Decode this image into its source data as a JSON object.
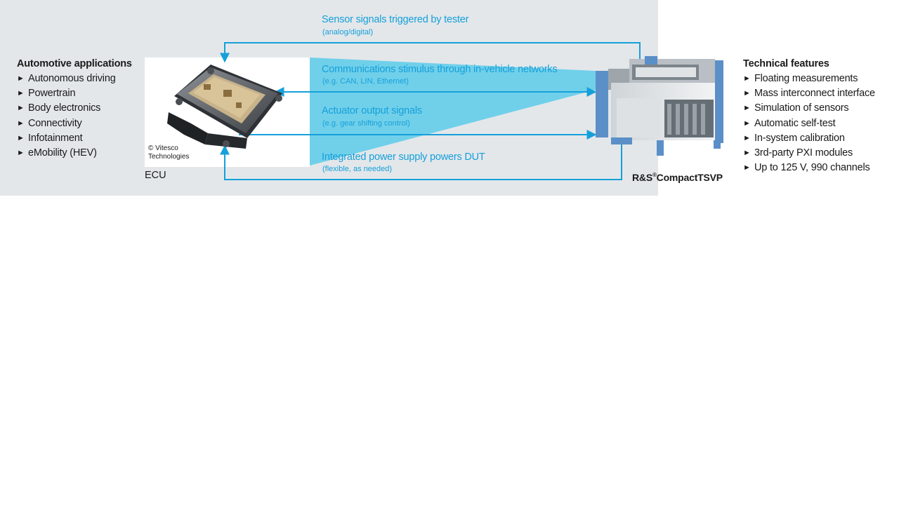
{
  "left_list": {
    "title": "Automotive applications",
    "items": [
      "Autonomous driving",
      "Powertrain",
      "Body electronics",
      "Connectivity",
      "Infotainment",
      "eMobility (HEV)"
    ]
  },
  "right_list": {
    "title": "Technical features",
    "items": [
      "Floating measurements",
      "Mass interconnect interface",
      "Simulation of sensors",
      "Automatic self-test",
      "In-system calibration",
      "3rd-party PXI modules",
      "Up to 125 V, 990 channels"
    ]
  },
  "bullet_glyph": "►",
  "signals": [
    {
      "title": "Sensor signals triggered by tester",
      "subtitle": "(analog/digital)"
    },
    {
      "title": "Communications stimulus through in-vehicle networks",
      "subtitle": "(e.g. CAN, LIN, Ethernet)"
    },
    {
      "title": "Actuator output signals",
      "subtitle": "(e.g. gear shifting control)"
    },
    {
      "title": "Integrated power supply powers DUT",
      "subtitle": "(flexible, as needed)"
    }
  ],
  "ecu": {
    "label": "ECU",
    "copyright_line1": "© Vitesco",
    "copyright_line2": "Technologies"
  },
  "tester": {
    "label_prefix": "R&S",
    "label_reg": "®",
    "label_name": "CompactTSVP"
  },
  "colors": {
    "accent_blue": "#16a0da",
    "beam_blue": "#5ccbea",
    "panel_gray": "#e3e7ea",
    "text_dark": "#1a1a1a"
  },
  "icons": {
    "ecu": "ecu-module-icon",
    "tester": "test-rack-icon",
    "bullet": "triangle-right-icon"
  }
}
